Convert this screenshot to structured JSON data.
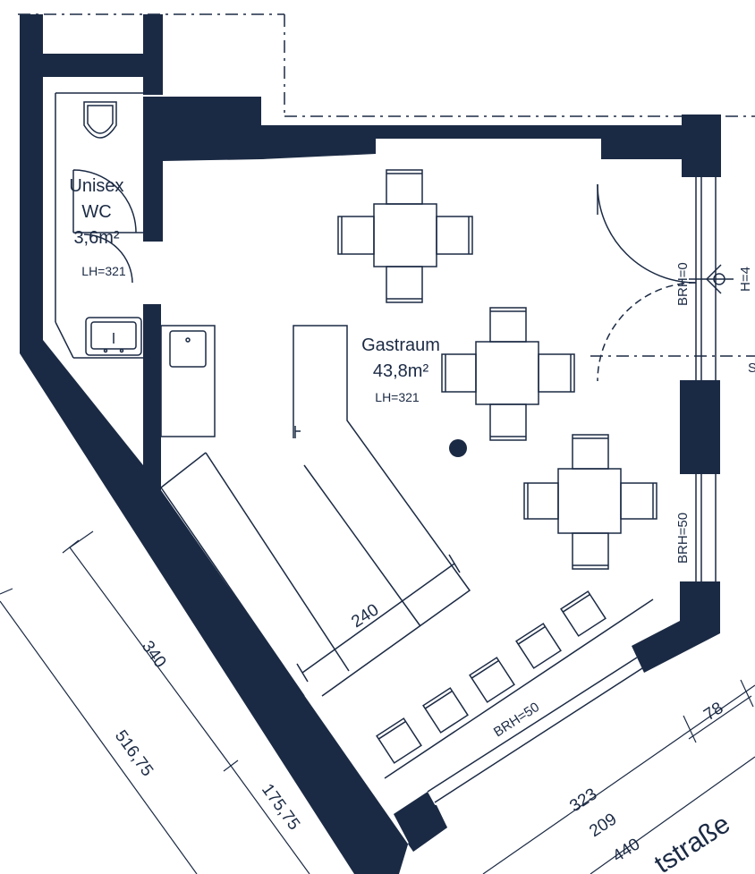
{
  "colors": {
    "wall": "#1b2a44",
    "line": "#1b2a44",
    "background": "#ffffff"
  },
  "rooms": {
    "wc": {
      "name_line1": "Unisex",
      "name_line2": "WC",
      "area": "3,6m²",
      "ceiling_height": "LH=321"
    },
    "gastraum": {
      "name": "Gastraum",
      "area": "43,8m²",
      "ceiling_height": "LH=321"
    }
  },
  "annotations": {
    "window_right_top": "BRH=0",
    "height_marker": "H=4",
    "window_right_bottom": "BRH=50",
    "window_bottom": "BRH=50",
    "edge_label": "S"
  },
  "dimensions": {
    "counter_length": "240",
    "wall_segment_a": "340",
    "wall_total": "516,75",
    "wall_segment_b": "175,75",
    "street_segment": "78",
    "street_a": "323",
    "street_b": "209",
    "street_c": "440"
  },
  "street": {
    "name_fragment": "tstraße"
  },
  "icons": [
    "toilet-icon",
    "sink-icon",
    "kitchen-sink-icon",
    "column-icon"
  ]
}
